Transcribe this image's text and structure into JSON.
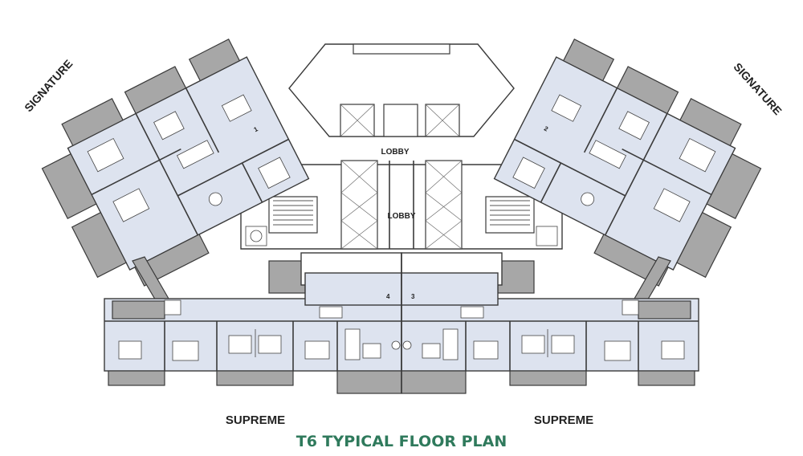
{
  "diagram": {
    "title": "T6 TYPICAL FLOOR PLAN",
    "wing_labels": {
      "left_signature": "SIGNATURE",
      "right_signature": "SIGNATURE",
      "left_supreme": "SUPREME",
      "right_supreme": "SUPREME"
    },
    "core_labels": {
      "lobby_top": "LOBBY",
      "lobby_middle": "LOBBY"
    },
    "unit_numbers": [
      "1",
      "2",
      "3",
      "4"
    ],
    "colors": {
      "title": "#2f7a5c",
      "room_fill": "#dde3ef",
      "balcony": "#a7a7a7",
      "wall": "#3a3a3a"
    }
  }
}
